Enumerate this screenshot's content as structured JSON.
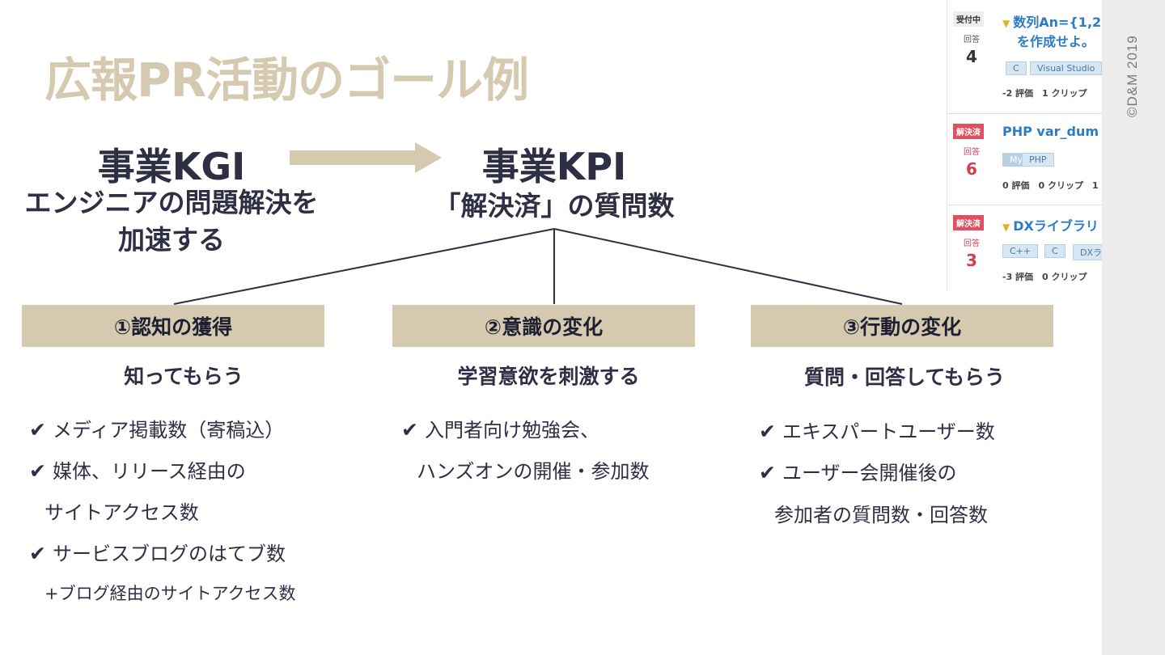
{
  "title": "広報PR活動のゴール例",
  "kgi": {
    "title": "事業KGI",
    "desc_line1": "エンジニアの問題解決を",
    "desc_line2": "加速する"
  },
  "kpi": {
    "title": "事業KPI",
    "desc": "「解決済」の質問数"
  },
  "columns": [
    {
      "category": "①認知の獲得",
      "subtitle": "知ってもらう",
      "items": [
        "メディア掲載数（寄稿込）",
        "媒体、リリース経由の",
        "サイトアクセス数",
        "サービスブログのはてブ数"
      ],
      "note": "+ブログ経由のサイトアクセス数"
    },
    {
      "category": "②意識の変化",
      "subtitle": "学習意欲を刺激する",
      "items": [
        "入門者向け勉強会、",
        "ハンズオンの開催・参加数"
      ]
    },
    {
      "category": "③行動の変化",
      "subtitle": "質問・回答してもらう",
      "items": [
        "エキスパートユーザー数",
        "ユーザー会開催後の",
        "参加者の質問数・回答数"
      ]
    }
  ],
  "check_symbol": "✔",
  "copyright": "©D&M 2019",
  "qa_panel": {
    "items": [
      {
        "status": "受付中",
        "answer_label": "回答",
        "answer_count": "4",
        "title_line1": "数列An={1,2",
        "title_line2": "を作成せよ。",
        "tags": [
          "C",
          "Visual Studio"
        ],
        "stats": "-2 評価　1 クリップ"
      },
      {
        "status": "解決済",
        "answer_label": "回答",
        "answer_count": "6",
        "title_line1": "PHP var_dum",
        "tags": [
          "My",
          "PHP"
        ],
        "stats": "0 評価　0 クリップ　1"
      },
      {
        "status": "解決済",
        "answer_label": "回答",
        "answer_count": "3",
        "title_line1": "DXライブラリ",
        "tags": [
          "C++",
          "C",
          "DXラ"
        ],
        "stats": "-3 評価　0 クリップ"
      }
    ]
  },
  "colors": {
    "accent": "#d5cab0",
    "text": "#2e2f45",
    "solved": "#e05060",
    "link": "#2d7bc4"
  }
}
